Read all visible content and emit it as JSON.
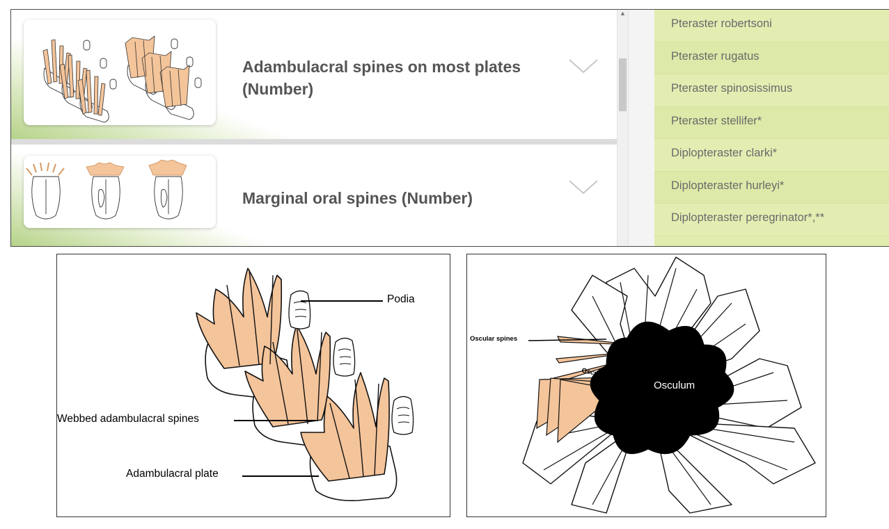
{
  "characters": [
    {
      "title": "Adambulacral spines on most plates (Number)"
    },
    {
      "title": "Marginal oral spines (Number)"
    }
  ],
  "species": [
    "Pteraster robertsoni",
    "Pteraster rugatus",
    "Pteraster spinosissimus",
    "Pteraster stellifer*",
    "Diplopteraster clarki*",
    "Diplopteraster hurleyi*",
    "Diplopteraster peregrinator*,**"
  ],
  "figure_a": {
    "labels": {
      "podia": "Podia",
      "webbed": "Webbed adambulacral spines",
      "plate": "Adambulacral plate"
    }
  },
  "figure_b": {
    "labels": {
      "oscular_spines": "Oscular spines",
      "oscular_valve": "Oscular valve",
      "osculum": "Osculum"
    }
  },
  "colors": {
    "spine_fill": "#f4c49a",
    "species_bg": "#e1ecaf",
    "title_text": "#555555"
  }
}
